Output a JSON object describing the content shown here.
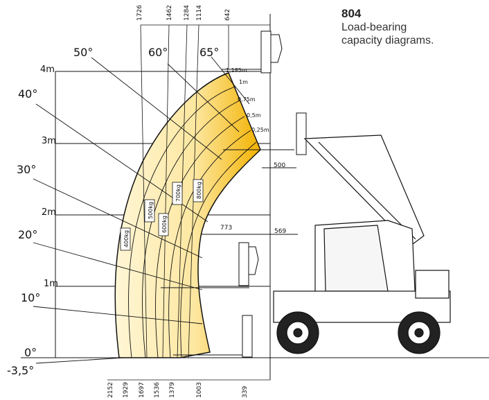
{
  "header": {
    "model": "804",
    "caption_line1": "Load-bearing",
    "caption_line2": "capacity diagrams."
  },
  "colors": {
    "load_zone_light": "#fff4cc",
    "load_zone_dark": "#f0b400",
    "line": "#111111"
  },
  "height_axis": {
    "labels": [
      "4m",
      "3m",
      "2m",
      "1m",
      "0°",
      "-3,5°"
    ]
  },
  "angle_labels": {
    "left": [
      "40°",
      "30°",
      "20°",
      "10°"
    ],
    "top": [
      "50°",
      "60°",
      "65°"
    ]
  },
  "top_dimensions": [
    "1726",
    "1462",
    "1284",
    "1114",
    "642"
  ],
  "bottom_dimensions": [
    "2152",
    "1929",
    "1697",
    "1536",
    "1379",
    "1003",
    "339"
  ],
  "extension_labels": [
    "1,185m",
    "1m",
    "0,75m",
    "0,5m",
    "0,25m"
  ],
  "horizontal_dimensions": [
    "500",
    "773",
    "569"
  ],
  "capacity_labels": [
    "400kg",
    "500kg",
    "600kg",
    "700kg",
    "800kg"
  ]
}
